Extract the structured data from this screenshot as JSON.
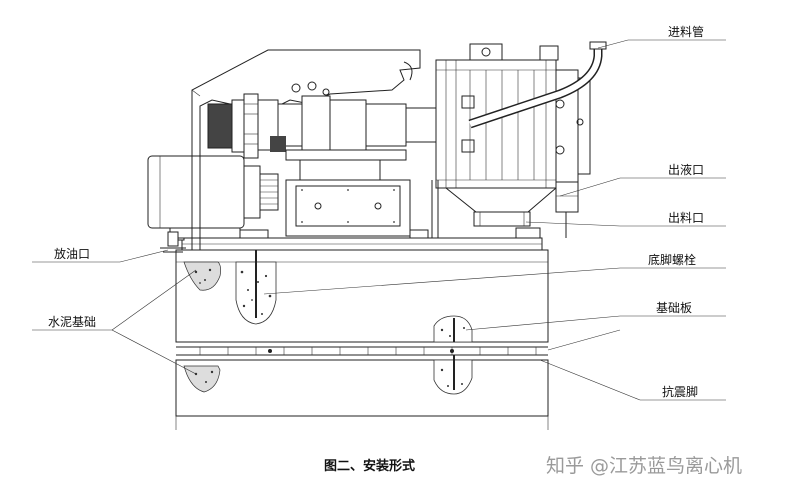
{
  "labels": {
    "feed_pipe": "进料管",
    "liquid_outlet": "出液口",
    "discharge_outlet": "出料口",
    "oil_drain": "放油口",
    "anchor_bolt": "底脚螺栓",
    "cement_foundation": "水泥基础",
    "base_plate": "基础板",
    "anti_vibration_foot": "抗震脚"
  },
  "caption": "图二、安装形式",
  "watermark": "知乎 @江苏蓝鸟离心机"
}
